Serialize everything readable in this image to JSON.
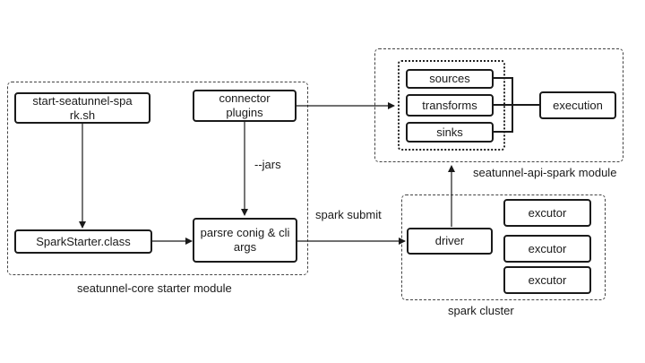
{
  "modules": {
    "core": "seatunnel-core starter module",
    "api": "seatunnel-api-spark module",
    "cluster": "spark cluster"
  },
  "nodes": {
    "start_script": "start-seatunnel-spark.sh",
    "connector_plugins": "connector plugins",
    "spark_starter": "SparkStarter.class",
    "parse_config": "parsre conig & cli args",
    "sources": "sources",
    "transforms": "transforms",
    "sinks": "sinks",
    "execution": "execution",
    "driver": "driver",
    "executor_1": "excutor",
    "executor_2": "excutor",
    "executor_3": "excutor"
  },
  "edge_labels": {
    "jars": "--jars",
    "spark_submit": "spark submit"
  }
}
